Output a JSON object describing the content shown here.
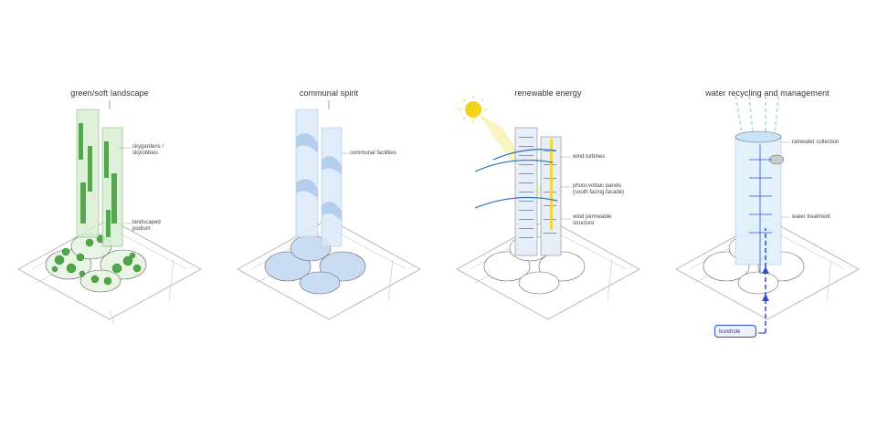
{
  "panels": [
    {
      "title": "green/soft landscape",
      "notes": [
        "skygardens /",
        "skylobbies",
        "landscaped",
        "podium"
      ]
    },
    {
      "title": "communal spirit",
      "notes": [
        "communal facilities"
      ]
    },
    {
      "title": "renewable energy",
      "notes": [
        "wind turbines",
        "photo-voltaic panels",
        "(south facing facade)",
        "wind permeable",
        "structure"
      ]
    },
    {
      "title": "water recycling and management",
      "notes": [
        "rainwater collection",
        "water treatment",
        "borehole"
      ]
    }
  ],
  "colors": {
    "green": "#3f9a3a",
    "light_blue": "#cfe3f6",
    "sun_yellow": "#f3d21a",
    "water_blue": "#2b4fd6",
    "line_gray": "#888888"
  }
}
